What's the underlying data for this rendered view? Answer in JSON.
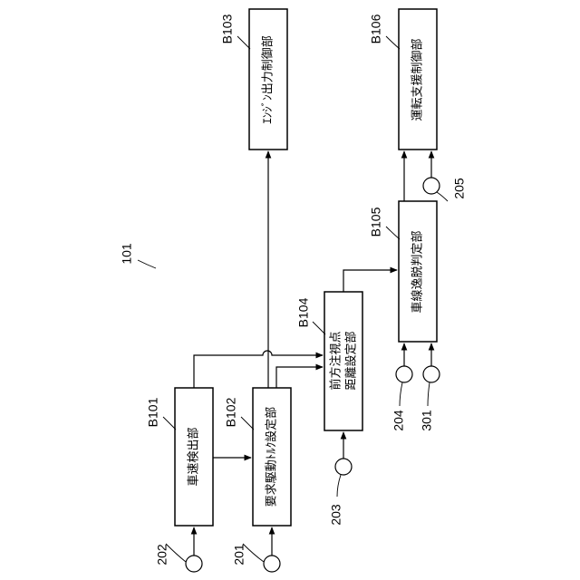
{
  "figure": {
    "ref": "101",
    "blocks": [
      {
        "id": "B101",
        "ref": "B101",
        "text": "車速検出部"
      },
      {
        "id": "B102",
        "ref": "B102",
        "text": "要求駆動ﾄﾙｸ設定部"
      },
      {
        "id": "B103",
        "ref": "B103",
        "text": "ｴﾝｼﾞﾝ出力制御部"
      },
      {
        "id": "B104",
        "ref": "B104",
        "text_line1": "前方注視点",
        "text_line2": "距離設定部"
      },
      {
        "id": "B105",
        "ref": "B105",
        "text": "車線逸脱判定部"
      },
      {
        "id": "B106",
        "ref": "B106",
        "text": "運転支援制御部"
      }
    ],
    "inputs": [
      {
        "ref": "202"
      },
      {
        "ref": "201"
      },
      {
        "ref": "203"
      },
      {
        "ref": "204"
      },
      {
        "ref": "301"
      },
      {
        "ref": "205"
      }
    ]
  }
}
